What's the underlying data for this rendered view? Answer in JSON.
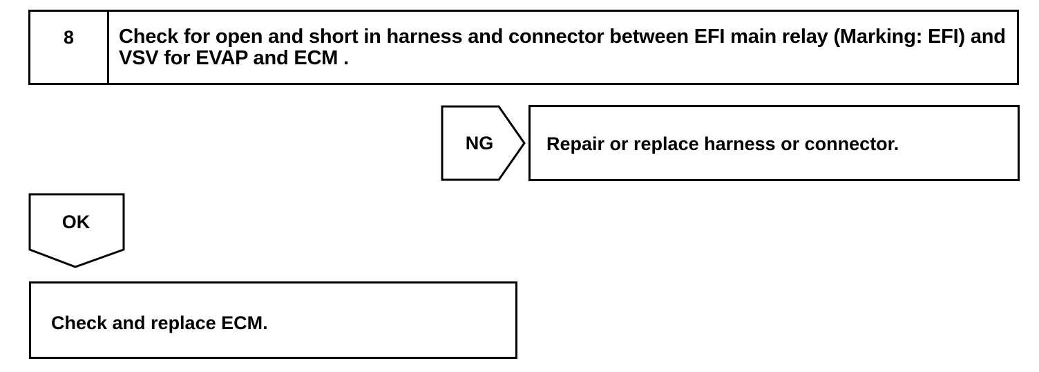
{
  "step": {
    "number": "8",
    "title": "Check for open and short in harness and connector between EFI main relay (Marking: EFI) and VSV for EVAP and ECM ."
  },
  "ng_branch": {
    "label": "NG",
    "result": "Repair or replace harness or connector."
  },
  "ok_branch": {
    "label": "OK",
    "result": "Check and replace ECM."
  },
  "colors": {
    "line": "#000000",
    "background": "#ffffff"
  }
}
